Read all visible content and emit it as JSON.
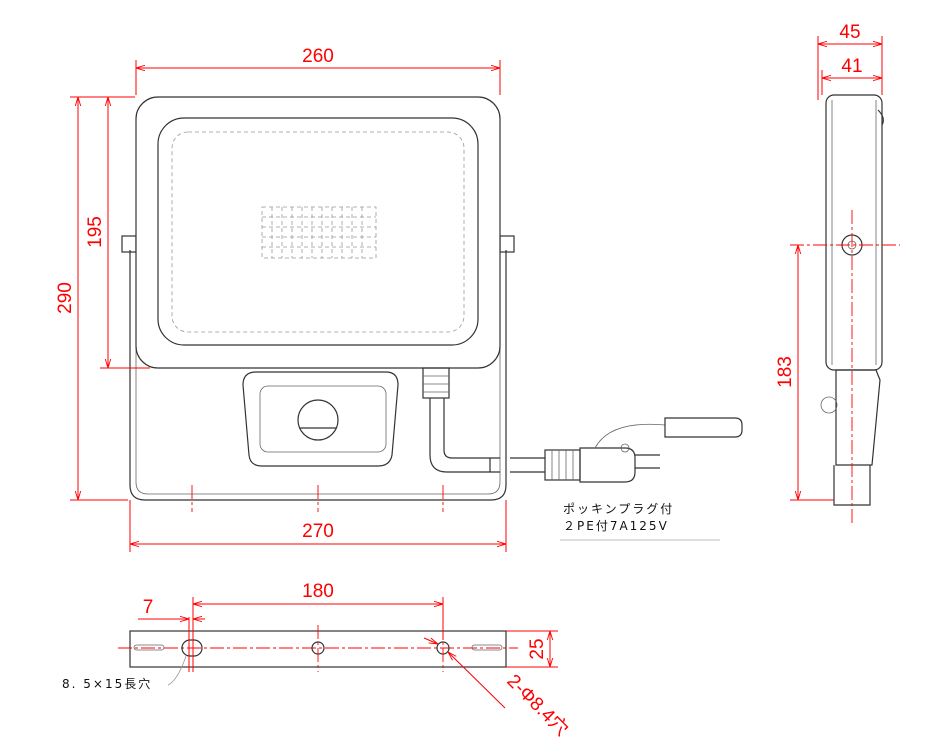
{
  "front_view": {
    "dim_width": "260",
    "dim_height_full": "290",
    "dim_height_panel": "195",
    "dim_bracket_width": "270"
  },
  "side_view": {
    "dim_depth": "45",
    "dim_body_depth": "41",
    "dim_pivot_height": "183"
  },
  "plug_note": {
    "line1": "ポッキンプラグ付",
    "line2": "２PE付7A125V"
  },
  "bracket_view": {
    "dim_hole_pitch": "180",
    "dim_offset": "7",
    "dim_height": "25",
    "slot_note": "8. 5×15長穴",
    "hole_note": "2-Φ8.4穴"
  },
  "colors": {
    "dimension": "#ff0000",
    "outline": "#333333"
  }
}
